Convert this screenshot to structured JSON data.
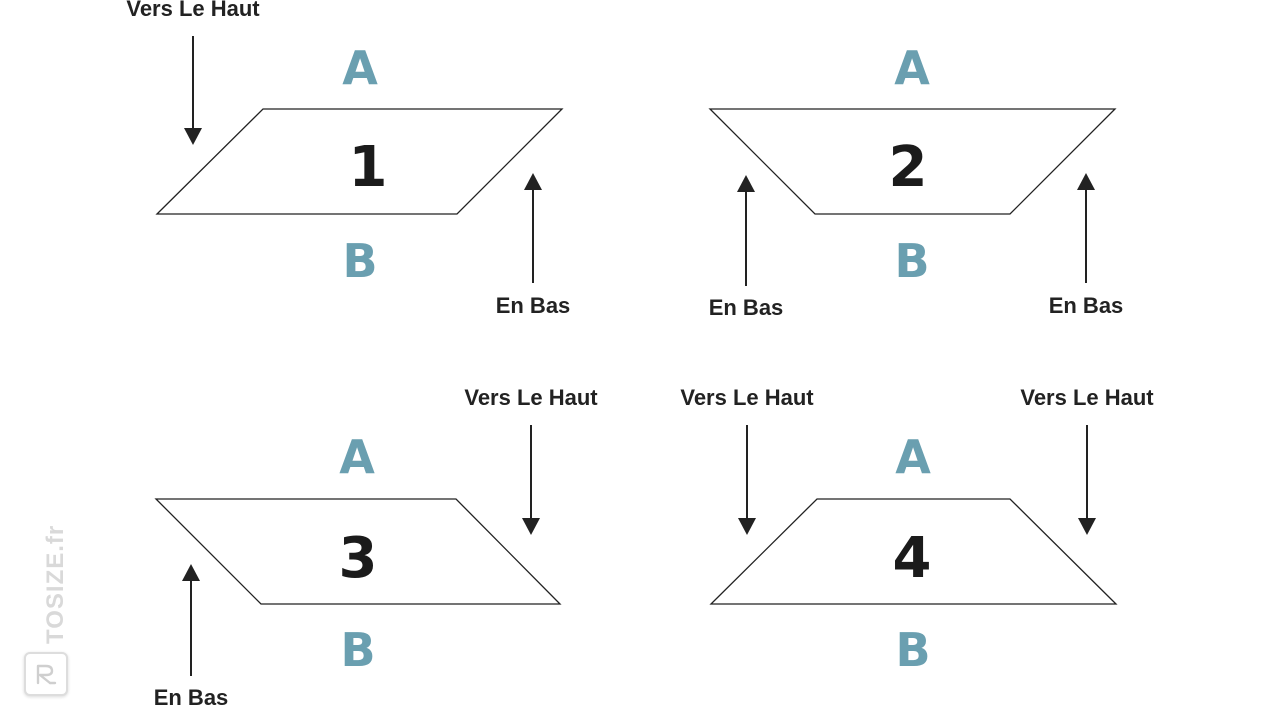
{
  "colors": {
    "side_label": "#6a9fb0",
    "line": "#222222",
    "number": "#1b1b1b",
    "watermark": "#d9d9d9"
  },
  "panels": [
    {
      "number": "1",
      "top_side": "A",
      "bottom_side": "B",
      "callouts": [
        {
          "label": "Vers Le Haut",
          "direction": "down"
        },
        {
          "label": "En Bas",
          "direction": "up"
        }
      ]
    },
    {
      "number": "2",
      "top_side": "A",
      "bottom_side": "B",
      "callouts": [
        {
          "label": "En Bas",
          "direction": "up"
        },
        {
          "label": "En Bas",
          "direction": "up"
        }
      ]
    },
    {
      "number": "3",
      "top_side": "A",
      "bottom_side": "B",
      "callouts": [
        {
          "label": "Vers Le Haut",
          "direction": "down"
        },
        {
          "label": "En Bas",
          "direction": "up"
        }
      ]
    },
    {
      "number": "4",
      "top_side": "A",
      "bottom_side": "B",
      "callouts": [
        {
          "label": "Vers Le Haut",
          "direction": "down"
        },
        {
          "label": "Vers Le Haut",
          "direction": "down"
        }
      ]
    }
  ],
  "watermark": {
    "text": "TOSIZE.fr",
    "logo_icon": "tosize-logo-icon"
  }
}
